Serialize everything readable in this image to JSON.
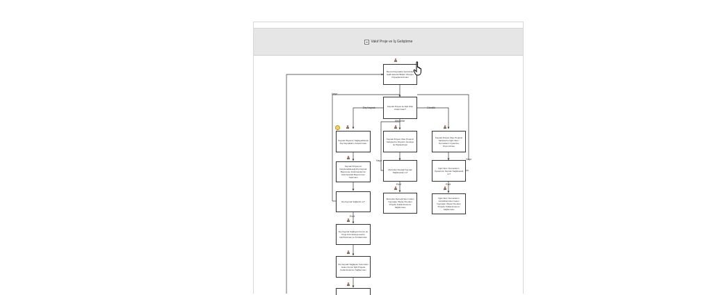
{
  "diagram": {
    "title": "Vakıf Proje ve İş Geliştirme",
    "nodes": {
      "n1": "Mevcut Kaynaklar İçerisinden Eşlik Edecek Bilişim Sinerjisi İhtiyaçlandırılması",
      "n2": "Kaynak İhtiyacı ile İlgili Olan Araştırması?",
      "n3": "Kaynak İhtiyacını Sağlayabilecek Dış Kaynakların Araştırılması",
      "n4": "Kaynak İhtiyacı Olan Projenin Sahiplerine İhtiyacın Gerekçe ile Paylaşılması",
      "n5": "Kaynak İhtiyacı Olan Projenin Sahiplerine İlgili Okul / Derneklerin Üyelerine Duyurulması",
      "n6": "Kaynak İhtiyacının Karşılanabileceği Dış Kaynak Başvurusu Dokümanlarının Hazırlanarak Başvurunun Yapılması",
      "n7": "Mezunlar Desteği Kaynak Sağlanacak mı?",
      "n8": "İlgili Okul / Derneklerin Üyelerince Kaynak Sağlanacak mı?",
      "n9": "Dış Kaynak Sağlandı mı?",
      "n10": "Mezunlar Derneği'nden Gelen Kaynağın İhtiyaç Duyulan Projede Kullanılmasının Sağlanması",
      "n11": "İlgili Okul / Derneklerin Gönüllülerinden Gelen Kaynağın İhtiyaç Duyulan Projede Kullanılmasının Sağlanması",
      "n12": "Dış Kaynak Sağlayan Kurum ile Proje Kira Sözleşmesinin Hazırlanması ve İmzalanması",
      "n13": "Dış Kaynak Sağlayan Kurumdan Gelen Fonun İlgili Projede Kullanılmasının Sağlanması",
      "n14": ""
    },
    "edge_labels": {
      "hayir_top": "Hayır",
      "dis_kaynak": "Dış Kaynak",
      "gonullu": "Gönüllü",
      "mezunlar": "Mezunlar",
      "hayir_mid": "Hayır",
      "hayir_right": "Hayır",
      "evet_mid": "Evet",
      "evet_right": "Evet",
      "evet_left": "Evet"
    },
    "colors": {
      "header_bg": "#e6e6e6",
      "line": "#333333",
      "person_head": "#c0504d",
      "person_body": "#8c6d5a"
    }
  }
}
